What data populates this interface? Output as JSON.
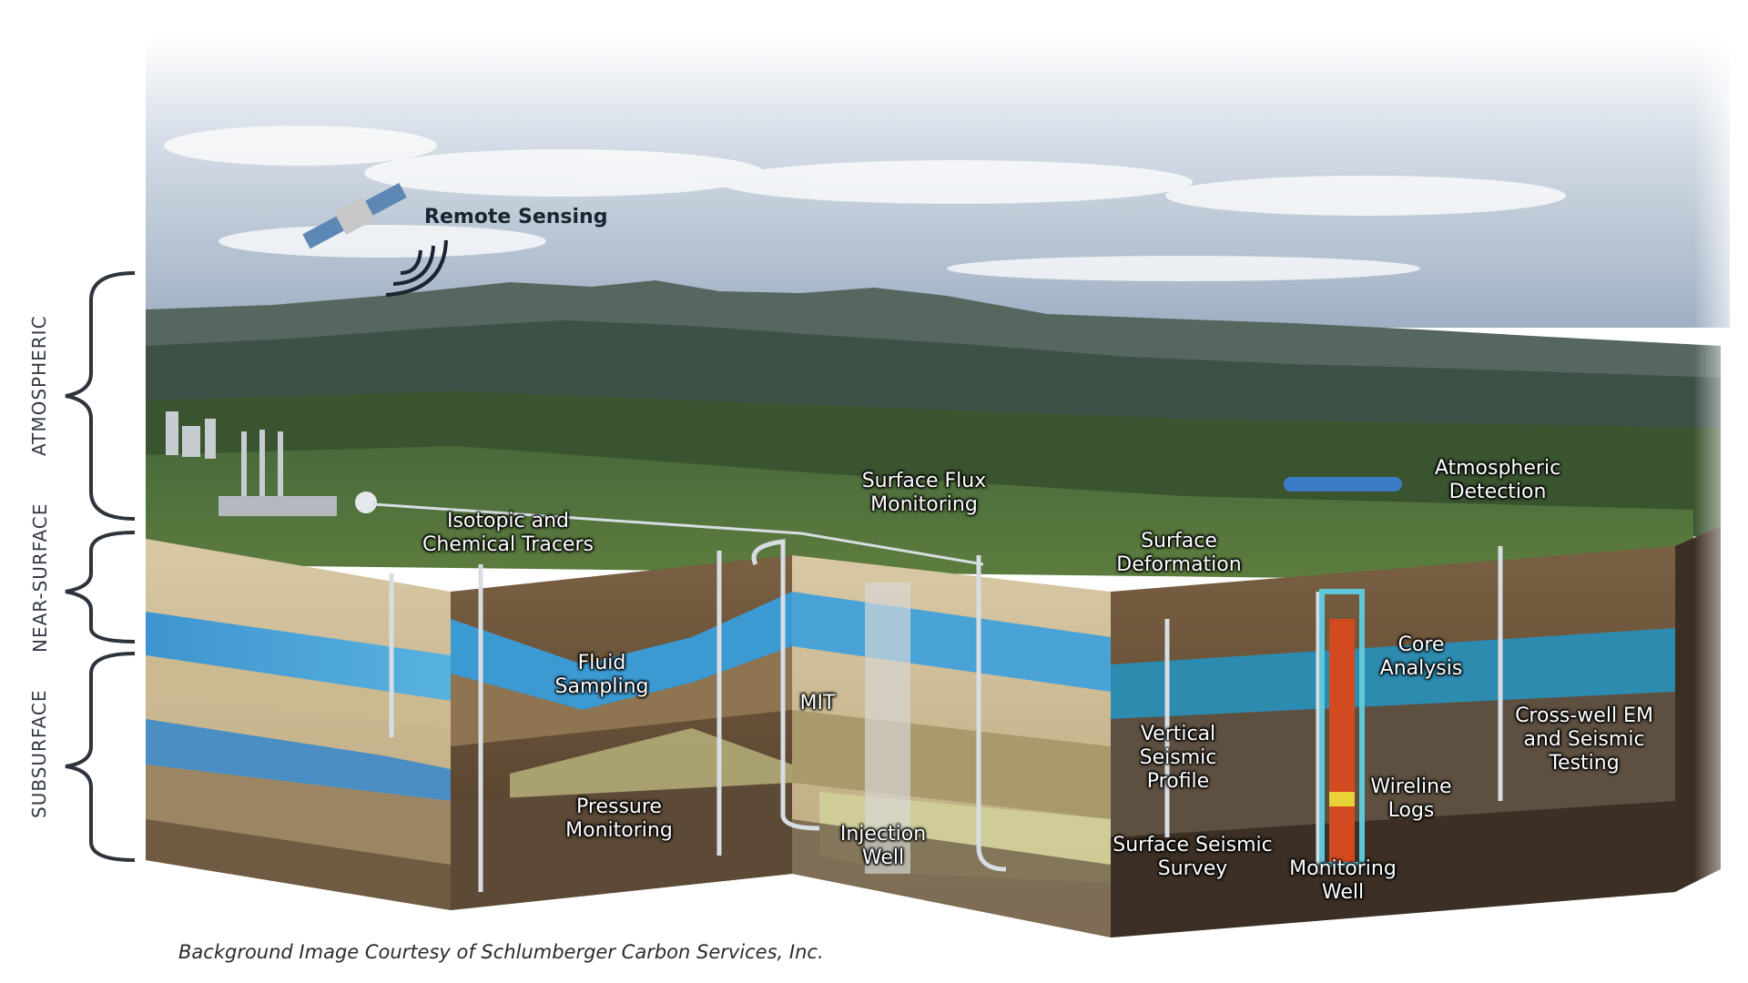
{
  "zones": {
    "atmospheric": "ATMOSPHERIC",
    "near_surface": "NEAR-SURFACE",
    "subsurface": "SUBSURFACE"
  },
  "labels": {
    "remote_sensing": "Remote Sensing",
    "surface_flux": "Surface Flux\nMonitoring",
    "atmospheric_detection": "Atmospheric\nDetection",
    "isotopic": "Isotopic and\nChemical Tracers",
    "surface_deformation": "Surface\nDeformation",
    "fluid_sampling": "Fluid\nSampling",
    "core_analysis": "Core\nAnalysis",
    "mit": "MIT",
    "vertical_seismic": "Vertical\nSeismic\nProfile",
    "crosswell": "Cross-well EM\nand Seismic\nTesting",
    "pressure_monitoring": "Pressure\nMonitoring",
    "injection_well": "Injection\nWell",
    "wireline_logs": "Wireline\nLogs",
    "surface_seismic": "Surface Seismic\nSurvey",
    "monitoring_well": "Monitoring\nWell"
  },
  "credit": "Background Image Courtesy of Schlumberger Carbon Services, Inc.",
  "colors": {
    "sky": "#c9d3df",
    "mountain": "#4b5d58",
    "forest": "#3f5a32",
    "aquifer": "#3f9ed1",
    "rock_tan": "#c6b590",
    "rock_brown": "#6a5238"
  }
}
